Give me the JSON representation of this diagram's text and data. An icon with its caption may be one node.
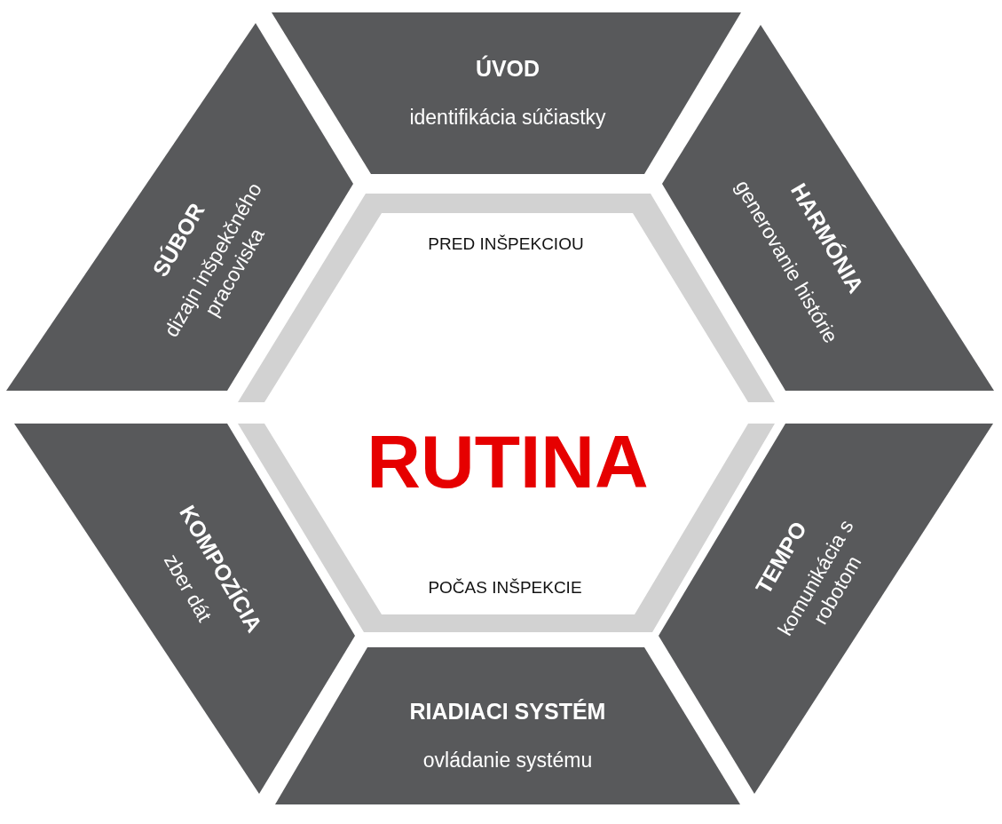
{
  "diagram": {
    "nodes": [
      {
        "text": [
          "ÚVOD",
          "identifikácia súčiastky"
        ]
      },
      {
        "text": [
          "SÚBOR",
          "dizajn inšpekčného pracoviska"
        ]
      },
      {
        "text": [
          "HARMÓNIA",
          "generovanie histórie"
        ]
      },
      {
        "text": [
          "PRED INŠPEKCIOU",
          "RUTINA",
          "POČAS INŠPEKCIE"
        ]
      },
      {
        "text": [
          "KOMPOZÍCIA",
          "zber dát"
        ]
      },
      {
        "text": [
          "TEMPO",
          "komunikácia s robotom"
        ]
      },
      {
        "text": [
          "RIADIACI SYSTÉM",
          "ovládanie systému"
        ]
      }
    ]
  }
}
